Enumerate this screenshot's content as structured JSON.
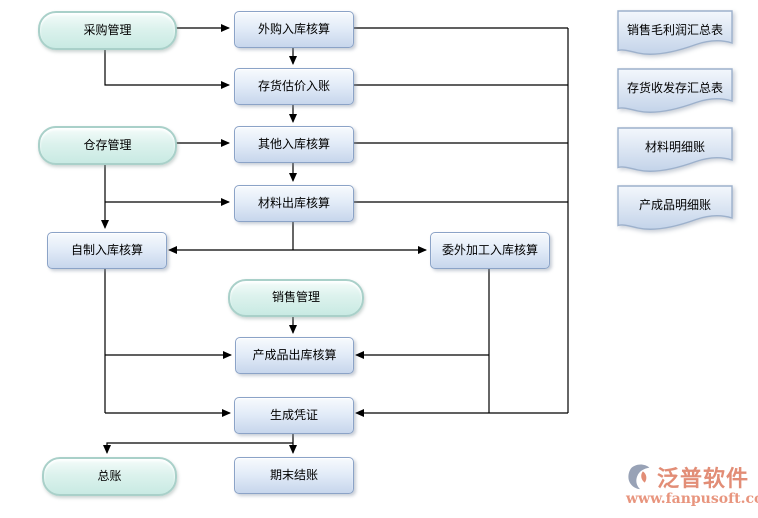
{
  "colors": {
    "background": "#ffffff",
    "terminator_fill": "#d9f1ec",
    "terminator_border": "#a9d0c9",
    "process_fill_top": "#f7fafd",
    "process_fill_bottom": "#c7d6ec",
    "process_border": "#8ba3c7",
    "connector": "#000000",
    "brand_accent": "#e28d76",
    "brand_gray": "#98a2b6"
  },
  "diagram": {
    "nodes": {
      "purchase_mgmt": {
        "label": "采购管理",
        "type": "terminator"
      },
      "warehouse_mgmt": {
        "label": "仓存管理",
        "type": "terminator"
      },
      "sales_mgmt": {
        "label": "销售管理",
        "type": "terminator"
      },
      "general_ledger": {
        "label": "总账",
        "type": "terminator"
      },
      "outsourced_purchase_in": {
        "label": "外购入库核算",
        "type": "process"
      },
      "inventory_estimate_entry": {
        "label": "存货估价入账",
        "type": "process"
      },
      "other_in": {
        "label": "其他入库核算",
        "type": "process"
      },
      "material_out": {
        "label": "材料出库核算",
        "type": "process"
      },
      "self_made_in": {
        "label": "自制入库核算",
        "type": "process"
      },
      "outsourced_processing_in": {
        "label": "委外加工入库核算",
        "type": "process"
      },
      "finished_goods_out": {
        "label": "产成品出库核算",
        "type": "process"
      },
      "generate_voucher": {
        "label": "生成凭证",
        "type": "process"
      },
      "period_end_close": {
        "label": "期末结账",
        "type": "process"
      }
    },
    "reports": [
      {
        "label": "销售毛利润汇总表"
      },
      {
        "label": "存货收发存汇总表"
      },
      {
        "label": "材料明细账"
      },
      {
        "label": "产成品明细账"
      }
    ],
    "edges": [
      {
        "from": "采购管理",
        "to": "外购入库核算"
      },
      {
        "from": "采购管理",
        "to": "存货估价入账"
      },
      {
        "from": "外购入库核算",
        "to": "存货估价入账"
      },
      {
        "from": "存货估价入账",
        "to": "其他入库核算"
      },
      {
        "from": "仓存管理",
        "to": "其他入库核算"
      },
      {
        "from": "其他入库核算",
        "to": "材料出库核算"
      },
      {
        "from": "仓存管理",
        "to": "材料出库核算"
      },
      {
        "from": "仓存管理",
        "to": "自制入库核算"
      },
      {
        "from": "材料出库核算",
        "to": "自制入库核算"
      },
      {
        "from": "材料出库核算",
        "to": "委外加工入库核算"
      },
      {
        "from": "外购入库核算",
        "to": "生成凭证"
      },
      {
        "from": "存货估价入账",
        "to": "生成凭证"
      },
      {
        "from": "其他入库核算",
        "to": "生成凭证"
      },
      {
        "from": "材料出库核算",
        "to": "生成凭证"
      },
      {
        "from": "委外加工入库核算",
        "to": "产成品出库核算"
      },
      {
        "from": "委外加工入库核算",
        "to": "生成凭证"
      },
      {
        "from": "自制入库核算",
        "to": "产成品出库核算"
      },
      {
        "from": "自制入库核算",
        "to": "生成凭证"
      },
      {
        "from": "销售管理",
        "to": "产成品出库核算"
      },
      {
        "from": "生成凭证",
        "to": "总账"
      },
      {
        "from": "生成凭证",
        "to": "期末结账"
      }
    ]
  },
  "branding": {
    "logo_text": "泛普软件",
    "website": "www.fanpusoft.com"
  }
}
